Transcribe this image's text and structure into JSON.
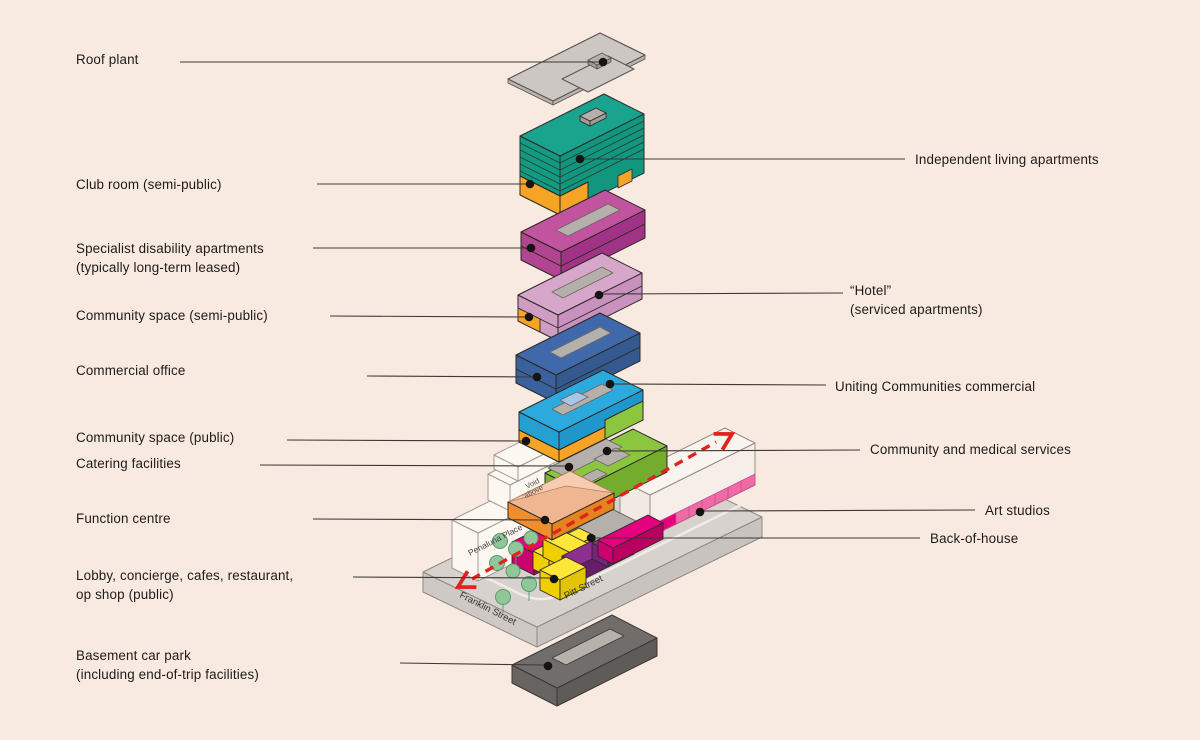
{
  "labels": {
    "left": [
      {
        "line1": "Roof plant"
      },
      {
        "line1": "Club room (semi-public)"
      },
      {
        "line1": "Specialist disability apartments",
        "line2": "(typically long-term leased)"
      },
      {
        "line1": "Community space (semi-public)"
      },
      {
        "line1": "Commercial office"
      },
      {
        "line1": "Community space (public)"
      },
      {
        "line1": "Catering facilities"
      },
      {
        "line1": "Function centre"
      },
      {
        "line1": "Lobby, concierge, cafes, restaurant,",
        "line2": "op shop (public)"
      },
      {
        "line1": "Basement car park",
        "line2": "(including end-of-trip facilities)"
      }
    ],
    "right": [
      {
        "line1": "Independent living apartments"
      },
      {
        "line1": "“Hotel”",
        "line2": "(serviced apartments)"
      },
      {
        "line1": "Uniting Communities commercial"
      },
      {
        "line1": "Community and medical services"
      },
      {
        "line1": "Art studios"
      },
      {
        "line1": "Back-of-house"
      }
    ]
  },
  "diagram": {
    "streets": [
      "Penaluna Place",
      "Franklin Street",
      "Pitt Street"
    ],
    "void_note": [
      "Void",
      "‘above’"
    ],
    "blocks": [
      {
        "name": "Roof plant",
        "color": "#cdc7c3"
      },
      {
        "name": "Independent living apartments",
        "color": "#1aa48e"
      },
      {
        "name": "Club room (semi-public)",
        "color": "#f6a426"
      },
      {
        "name": "Specialist disability apartments",
        "color": "#c1539f"
      },
      {
        "name": "Hotel (serviced apartments)",
        "color": "#d7a7cb"
      },
      {
        "name": "Community space (semi-public)",
        "color": "#f6a426"
      },
      {
        "name": "Commercial office",
        "color": "#3f69ab"
      },
      {
        "name": "Uniting Communities commercial",
        "color": "#2caade"
      },
      {
        "name": "Community space (public)",
        "color": "#f6a426"
      },
      {
        "name": "Community and medical services",
        "color": "#8cc63f"
      },
      {
        "name": "Catering facilities",
        "color": "#b6b0ac"
      },
      {
        "name": "Function centre / void",
        "color": "#ee8e2e"
      },
      {
        "name": "Art studios",
        "color": "#ef6aa7"
      },
      {
        "name": "Back-of-house",
        "color": "#b6b0ac"
      },
      {
        "name": "Lobby, concierge, cafes, restaurant, op shop",
        "color": "#ffe63a"
      },
      {
        "name": "Basement car park",
        "color": "#716d6a"
      }
    ],
    "palette": {
      "bg": "#f8eae1",
      "ink": "#1d1b19",
      "line": "#3d3935",
      "dot": "#161412",
      "stroke": "#2b2825",
      "strokeLight": "#a39a92",
      "red": "#e0231e",
      "tealT": "#1aa48e",
      "tealL": "#159a82",
      "tealF": "#12967e",
      "tealLine": "#1c4038",
      "orange": "#f6a426",
      "magT": "#c1539f",
      "magL": "#b2458f",
      "magF": "#a13387",
      "pinkT": "#d7a7cb",
      "pinkL": "#cf9cc4",
      "pinkF": "#c891be",
      "blueT": "#3f69ab",
      "blueL": "#3a619e",
      "blueF": "#34598f",
      "cyanT": "#2caade",
      "cyanL": "#25a0d2",
      "cyanF": "#1f97cb",
      "lblue": "#a9c7e4",
      "greenT": "#8cc63f",
      "greenL": "#7db534",
      "greenF": "#74ad2d",
      "gray": "#b6b0ac",
      "grayD": "#a19b97",
      "grayStroke": "#6b6561",
      "peachT": "#f6cdb0",
      "peachD": "#efb691",
      "peachStroke": "#b5815d",
      "vorange": "#ee8e2e",
      "vorangeD": "#e5831f",
      "ghost": "#fcf7f1",
      "white": "#faf4ee",
      "whiteL": "#f1eae4",
      "whiteF": "#f6efe9",
      "whiteStroke": "#978d85",
      "podT": "#d7d2ce",
      "podL": "#cfc9c5",
      "podF": "#c9c3bf",
      "podStroke": "#8f8984",
      "curb": "#f2ece7",
      "land": "#dbe7c6",
      "tree": "#8fc79b",
      "treeS": "#58996a",
      "brmag": "#e5007d",
      "brmagL": "#cc006f",
      "brmagF": "#b80060",
      "purp": "#8c2f90",
      "purpL": "#76237a",
      "purpF": "#671d6b",
      "yelT": "#ffe63a",
      "yelL": "#f0cf00",
      "yelF": "#e3c400",
      "artpink": "#ef6aa7",
      "artdiv": "#c74f87",
      "baseT": "#716d6a",
      "baseL": "#686461",
      "baseF": "#5f5b58",
      "baseStroke": "#3a3734",
      "baseStrip": "#b7b1ac",
      "plateFill": "#cdc7c3",
      "plateEdge": "#b9b3af",
      "plateStroke": "#5a544f"
    }
  }
}
